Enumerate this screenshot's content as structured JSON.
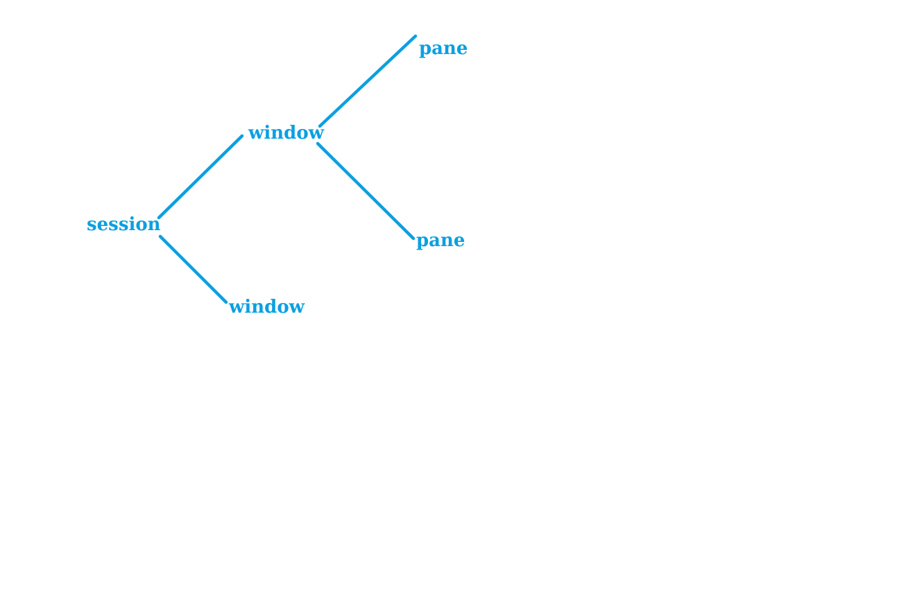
{
  "diagram": {
    "type": "tree",
    "color": "#0ba0e0",
    "nodes": [
      {
        "id": "session",
        "label": "session"
      },
      {
        "id": "window-1",
        "label": "window"
      },
      {
        "id": "window-2",
        "label": "window"
      },
      {
        "id": "pane-1",
        "label": "pane"
      },
      {
        "id": "pane-2",
        "label": "pane"
      }
    ],
    "edges": [
      {
        "from": "session",
        "to": "window-1"
      },
      {
        "from": "session",
        "to": "window-2"
      },
      {
        "from": "window-1",
        "to": "pane-1"
      },
      {
        "from": "window-1",
        "to": "pane-2"
      }
    ]
  }
}
